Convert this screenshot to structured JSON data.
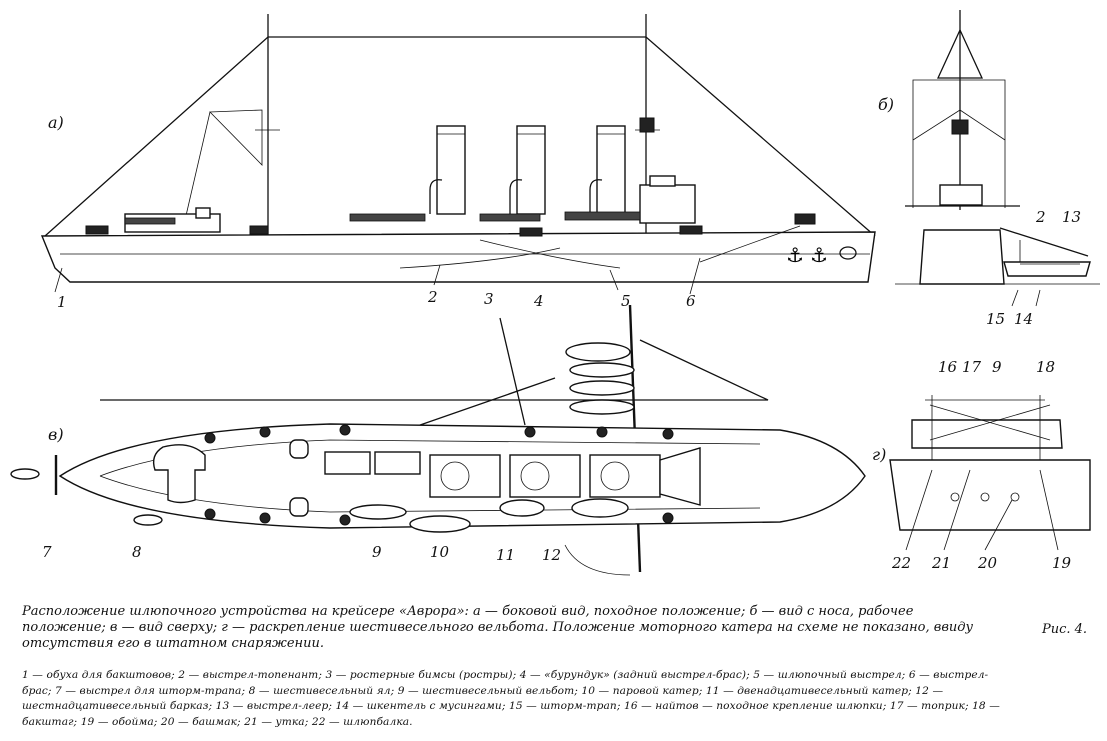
{
  "panels": {
    "a": "а)",
    "b": "б)",
    "v": "в)",
    "g": "г)"
  },
  "callouts_side": [
    "1",
    "2",
    "3",
    "4",
    "5",
    "6"
  ],
  "callouts_front": [
    "2",
    "13",
    "15",
    "14"
  ],
  "callouts_top": [
    "7",
    "8",
    "9",
    "10",
    "11",
    "12"
  ],
  "callouts_detail": [
    "16",
    "17",
    "9",
    "18",
    "22",
    "21",
    "20",
    "19"
  ],
  "caption": "Расположение шлюпочного устройства на крейсере «Аврора»: а — боковой вид, походное положение; б — вид с носа, рабочее положение; в — вид сверху; г — раскрепление шестивесельного вельбота. Положение моторного катера на схеме не показано, ввиду отсутствия его в штатном снаряжении.",
  "figure_label": "Рис. 4.",
  "legend": "1 — обуха для бакштовов; 2 — выстрел-топенант; 3 — ростерные бимсы (ростры); 4 — «бурундук» (задний выстрел-брас); 5 — шлюпочный выстрел; 6 — выстрел-брас; 7 — выстрел для шторм-трапа; 8 — шестивесельный ял; 9 — шестивесельный вельбот; 10 — паровой катер; 11 — двенадцативесельный катер; 12 — шестнадцативесельный барказ; 13 — выстрел-леер; 14 — шкентель с мусингами; 15 — шторм-трап; 16 — найтов — походное крепление шлюпки; 17 — топрик; 18 — бакштаг; 19 — обойма; 20 — башмак; 21 — утка; 22 — шлюпбалка."
}
